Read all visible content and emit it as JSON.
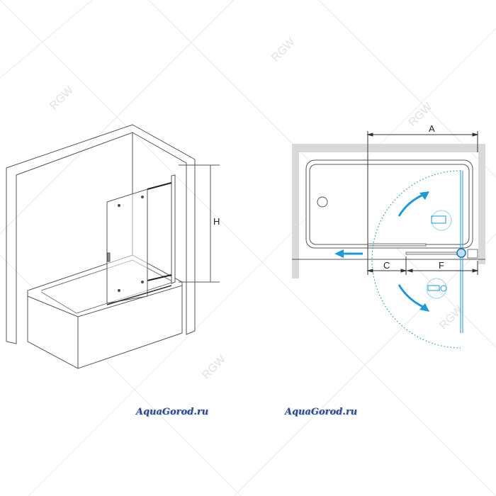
{
  "watermark": "RGW",
  "left_drawing": {
    "height_label": "H"
  },
  "right_drawing": {
    "width_label": "A",
    "offset_label": "C",
    "fixed_label": "F"
  },
  "captions": [
    "AquaGorod.ru",
    "AquaGorod.ru"
  ],
  "colors": {
    "line": "#444444",
    "wall": "#d9d9d9",
    "accent": "#1e9ad6",
    "caption": "#2c4a86"
  }
}
